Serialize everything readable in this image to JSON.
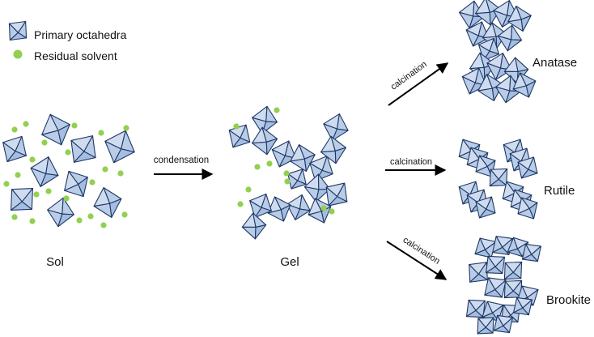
{
  "legend": {
    "octahedra_label": "Primary octahedra",
    "solvent_label": "Residual solvent"
  },
  "stages": {
    "sol": "Sol",
    "gel": "Gel"
  },
  "processes": {
    "condensation": "condensation",
    "calcination_anatase": "calcination",
    "calcination_rutile": "calcination",
    "calcination_brookite": "calcination"
  },
  "phases": {
    "anatase": "Anatase",
    "rutile": "Rutile",
    "brookite": "Brookite"
  },
  "colors": {
    "octahedron_fill": "#b9cde9",
    "octahedron_light": "#cfdcf0",
    "octahedron_dark": "#a5bde0",
    "octahedron_stroke": "#1f3864",
    "solvent": "#92d050",
    "arrow": "#000000"
  }
}
